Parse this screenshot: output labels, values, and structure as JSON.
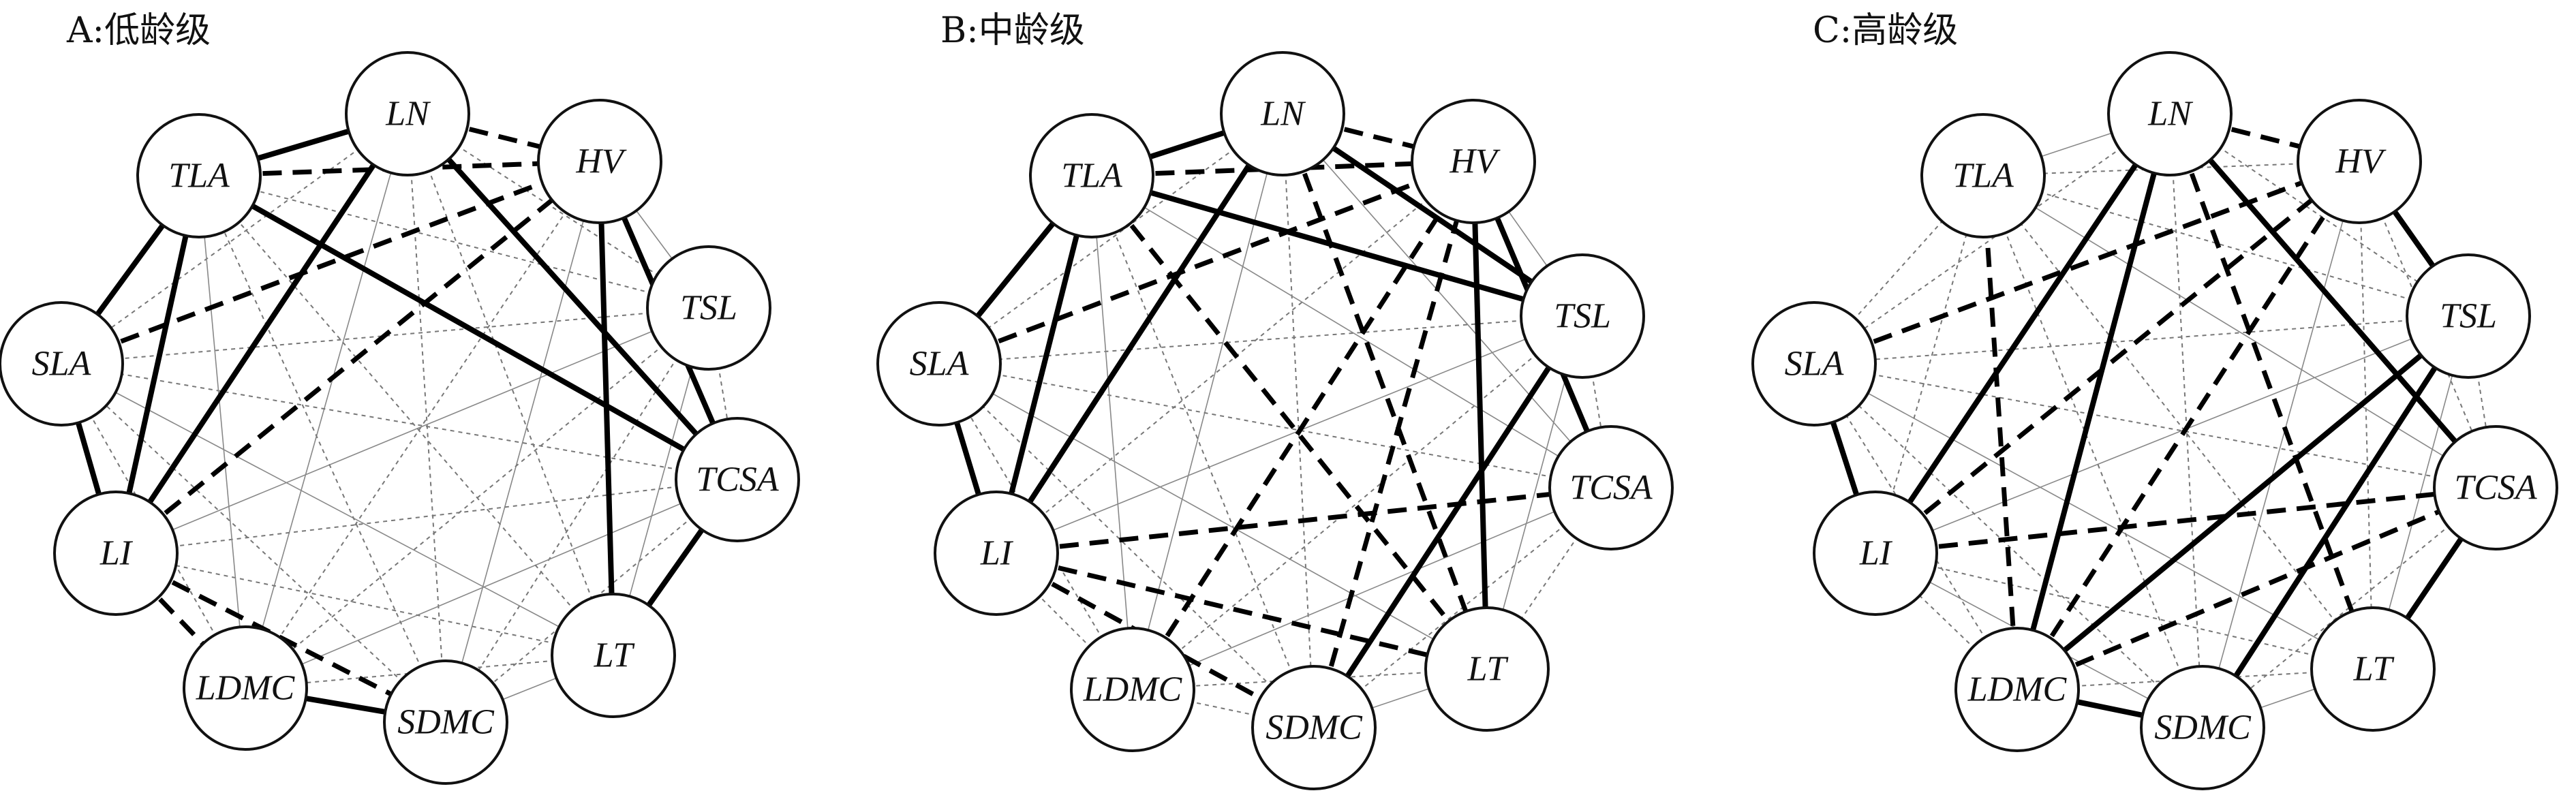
{
  "panels": [
    {
      "title": "A:低龄级",
      "nodes": [
        "LN",
        "HV",
        "TSL",
        "TCSA",
        "LT",
        "SDMC",
        "LDMC",
        "LI",
        "SLA",
        "TLA"
      ],
      "strong_positive": [
        [
          "TLA",
          "LN"
        ],
        [
          "TLA",
          "SLA"
        ],
        [
          "SLA",
          "LI"
        ],
        [
          "LDMC",
          "SDMC"
        ],
        [
          "LT",
          "TCSA"
        ],
        [
          "TLA",
          "LI"
        ],
        [
          "TLA",
          "TCSA"
        ],
        [
          "LN",
          "LI"
        ],
        [
          "LN",
          "TCSA"
        ],
        [
          "HV",
          "TCSA"
        ],
        [
          "HV",
          "LT"
        ]
      ],
      "strong_negative": [
        [
          "LN",
          "HV"
        ],
        [
          "SLA",
          "HV"
        ],
        [
          "LI",
          "HV"
        ],
        [
          "LI",
          "SDMC"
        ],
        [
          "LI",
          "LDMC"
        ],
        [
          "TLA",
          "HV"
        ]
      ]
    },
    {
      "title": "B:中龄级",
      "nodes": [
        "LN",
        "HV",
        "TSL",
        "TCSA",
        "LT",
        "SDMC",
        "LDMC",
        "LI",
        "SLA",
        "TLA"
      ],
      "strong_positive": [
        [
          "TLA",
          "LN"
        ],
        [
          "TLA",
          "SLA"
        ],
        [
          "SLA",
          "LI"
        ],
        [
          "TLA",
          "LI"
        ],
        [
          "TLA",
          "TSL"
        ],
        [
          "LN",
          "LI"
        ],
        [
          "LN",
          "TSL"
        ],
        [
          "HV",
          "TCSA"
        ],
        [
          "HV",
          "LT"
        ],
        [
          "SDMC",
          "TSL"
        ]
      ],
      "strong_negative": [
        [
          "LN",
          "HV"
        ],
        [
          "SLA",
          "HV"
        ],
        [
          "TLA",
          "HV"
        ],
        [
          "TLA",
          "LT"
        ],
        [
          "LN",
          "LT"
        ],
        [
          "LI",
          "SDMC"
        ],
        [
          "LI",
          "TCSA"
        ],
        [
          "LI",
          "LT"
        ],
        [
          "LDMC",
          "HV"
        ],
        [
          "SDMC",
          "HV"
        ]
      ]
    },
    {
      "title": "C:高龄级",
      "nodes": [
        "LN",
        "HV",
        "TSL",
        "TCSA",
        "LT",
        "SDMC",
        "LDMC",
        "LI",
        "SLA",
        "TLA"
      ],
      "strong_positive": [
        [
          "LDMC",
          "SDMC"
        ],
        [
          "LT",
          "TCSA"
        ],
        [
          "SLA",
          "LI"
        ],
        [
          "LN",
          "LDMC"
        ],
        [
          "LN",
          "LI"
        ],
        [
          "LN",
          "TCSA"
        ],
        [
          "HV",
          "TSL"
        ],
        [
          "LDMC",
          "TSL"
        ],
        [
          "SDMC",
          "TSL"
        ]
      ],
      "strong_negative": [
        [
          "LN",
          "HV"
        ],
        [
          "SLA",
          "HV"
        ],
        [
          "LI",
          "HV"
        ],
        [
          "LI",
          "TCSA"
        ],
        [
          "LDMC",
          "TCSA"
        ],
        [
          "LN",
          "LT"
        ],
        [
          "LDMC",
          "HV"
        ],
        [
          "LDMC",
          "TLA"
        ]
      ]
    }
  ]
}
